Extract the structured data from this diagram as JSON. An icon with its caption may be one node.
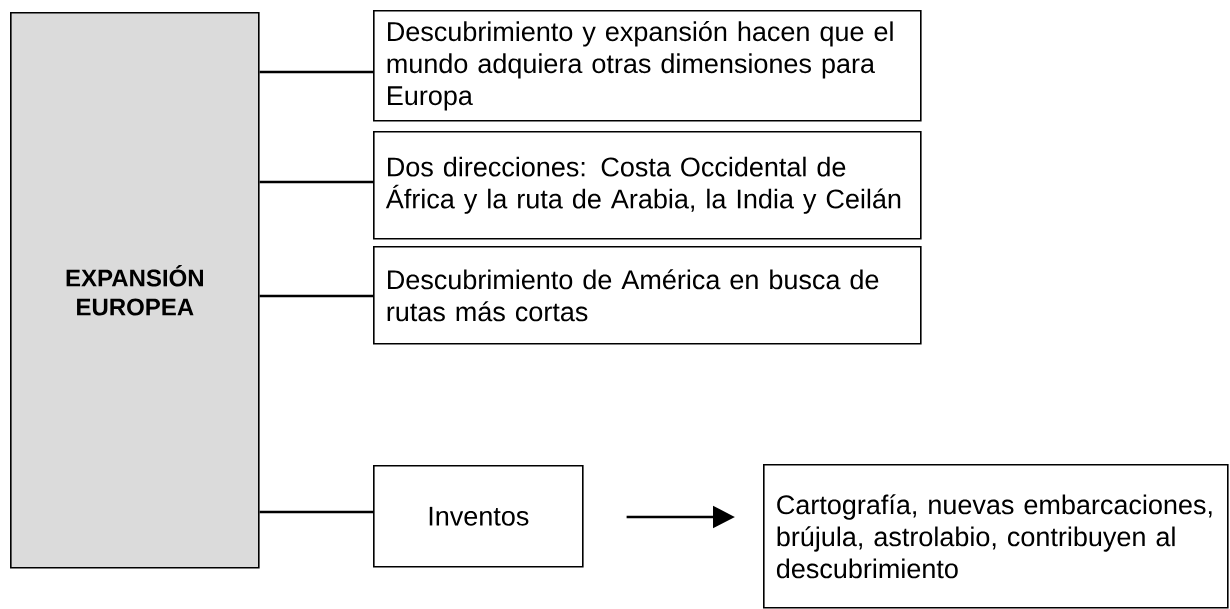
{
  "diagram": {
    "nodes": [
      {
        "text": [
          "EXPANSIÓN EUROPEA"
        ]
      },
      {
        "text": [
          "Descubrimiento y expansión hacen que el mundo adquiera otras dimensiones para Europa"
        ]
      },
      {
        "text": [
          "Dos direcciones: Costa Occidental de África y la ruta de Arabia, la India y Ceilán"
        ]
      },
      {
        "text": [
          "Descubrimiento de América en busca de rutas más cortas"
        ]
      },
      {
        "text": [
          "Inventos"
        ]
      },
      {
        "text": [
          "Cartografía, nuevas embarcaciones, brújula, astrolabio, contribuyen al descubrimiento"
        ]
      }
    ],
    "edges": [
      {
        "from": 0,
        "to": 1,
        "arrow": "none"
      },
      {
        "from": 0,
        "to": 2,
        "arrow": "none"
      },
      {
        "from": 0,
        "to": 3,
        "arrow": "none"
      },
      {
        "from": 0,
        "to": 4,
        "arrow": "none"
      },
      {
        "from": 4,
        "to": 5,
        "arrow": "to"
      }
    ]
  }
}
